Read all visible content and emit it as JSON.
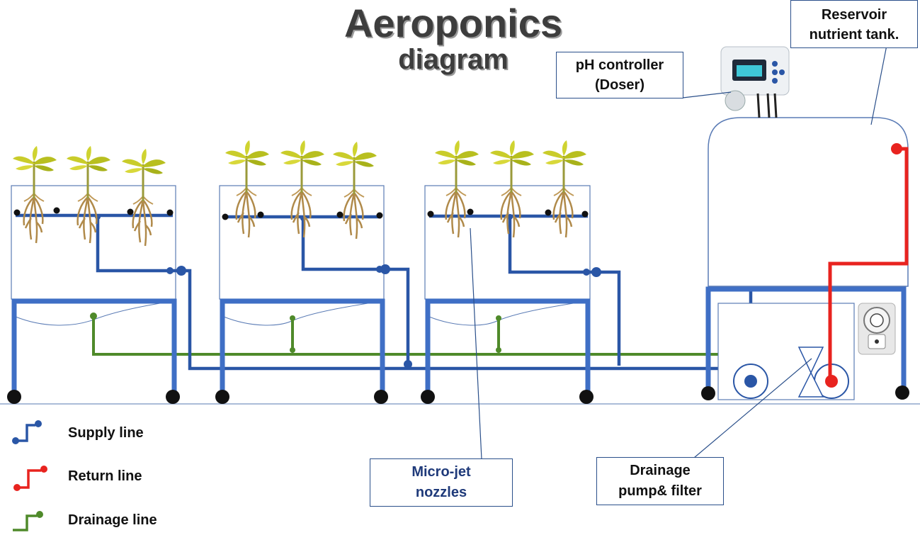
{
  "title": {
    "line1": "Aeroponics",
    "line2": "diagram"
  },
  "callouts": {
    "ph_controller": {
      "line1": "pH controller",
      "line2": "(Doser)"
    },
    "reservoir": {
      "line1": "Reservoir",
      "line2": "nutrient tank."
    },
    "nozzles": {
      "line1": "Micro-jet",
      "line2": "nozzles"
    },
    "drainage_pump": {
      "line1": "Drainage",
      "line2": "pump& filter"
    }
  },
  "legend": [
    {
      "label": "Supply line",
      "color": "#2a56a6"
    },
    {
      "label": "Return line",
      "color": "#e8231f"
    },
    {
      "label": "Drainage line",
      "color": "#4f8a2a"
    }
  ],
  "colors": {
    "supply": "#2a56a6",
    "return": "#e8231f",
    "drainage": "#4f8a2a",
    "frame": "#3f6fc5",
    "outline": "#5a7bb5"
  },
  "icons": [
    "plant-icon",
    "ph-controller-device-icon",
    "timer-outlet-icon",
    "pump-icon",
    "filter-icon"
  ]
}
